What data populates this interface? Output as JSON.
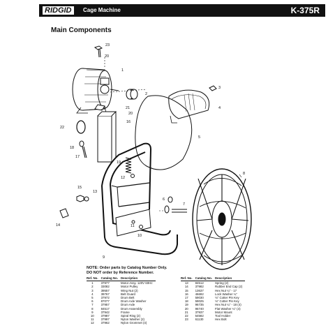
{
  "header": {
    "brand": "RIDGID",
    "title": "Cage Machine",
    "model": "K-375R"
  },
  "section_title": "Main Components",
  "callouts": [
    "23",
    "20",
    "1",
    "2",
    "3",
    "21",
    "4",
    "20",
    "16",
    "22",
    "5",
    "18",
    "17",
    "19",
    "12",
    "6",
    "15",
    "13",
    "7",
    "14",
    "9",
    "11",
    "10",
    "8"
  ],
  "note": {
    "line1": "NOTE: Order parts by Catalog Number Only.",
    "line2": "DO NOT order by Reference Number."
  },
  "table_headers": {
    "ref": "Ref. No.",
    "catalog": "Catalog No.",
    "description": "Description"
  },
  "parts_left": [
    {
      "ref": "1",
      "catalog": "37977",
      "description": "Motor Assy. 120V 60Hz"
    },
    {
      "ref": "2",
      "catalog": "33082",
      "description": "Motor Pulley"
    },
    {
      "ref": "3",
      "catalog": "39557",
      "description": "Wing Nut (2)"
    },
    {
      "ref": "4",
      "catalog": "39767",
      "description": "Belt Guard"
    },
    {
      "ref": "5",
      "catalog": "37972",
      "description": "Drum Belt"
    },
    {
      "ref": "6",
      "catalog": "87077",
      "description": "Drum Axle Washer"
    },
    {
      "ref": "7",
      "catalog": "37957",
      "description": "Drum Axle"
    },
    {
      "ref": "8",
      "catalog": "84517",
      "description": "Drum Assembly"
    },
    {
      "ref": "9",
      "catalog": "37942",
      "description": "Frame"
    },
    {
      "ref": "10",
      "catalog": "37987",
      "description": "Spiral Ring (2)"
    },
    {
      "ref": "11",
      "catalog": "37997",
      "description": "Nylon Washer (2)"
    },
    {
      "ref": "12",
      "catalog": "37962",
      "description": "Nylon Grommet (4)"
    }
  ],
  "parts_right": [
    {
      "ref": "13",
      "catalog": "84512",
      "description": "Spring (2)"
    },
    {
      "ref": "14",
      "catalog": "37982",
      "description": "Rubber End Cap (2)"
    },
    {
      "ref": "15",
      "catalog": "13637",
      "description": "Hex Nut ¼\" - 17"
    },
    {
      "ref": "16",
      "catalog": "46692",
      "description": "Lock Washer ¼\""
    },
    {
      "ref": "17",
      "catalog": "59030",
      "description": "⅛\" Cotter Pin Key"
    },
    {
      "ref": "18",
      "catalog": "59025",
      "description": "⅛\" Cotter Pin Key"
    },
    {
      "ref": "19",
      "catalog": "96735",
      "description": "Hex Nut ¼\" - 18 (4)"
    },
    {
      "ref": "20",
      "catalog": "96740",
      "description": "Flat Washer ¼\" (4)"
    },
    {
      "ref": "21",
      "catalog": "37937",
      "description": "Motor Mount"
    },
    {
      "ref": "22",
      "catalog": "54582",
      "description": "Tool Holder"
    },
    {
      "ref": "23",
      "catalog": "61130",
      "description": "Hex Bolt"
    }
  ],
  "colors": {
    "header_bg": "#111111",
    "ink": "#111111",
    "paper": "#ffffff"
  }
}
